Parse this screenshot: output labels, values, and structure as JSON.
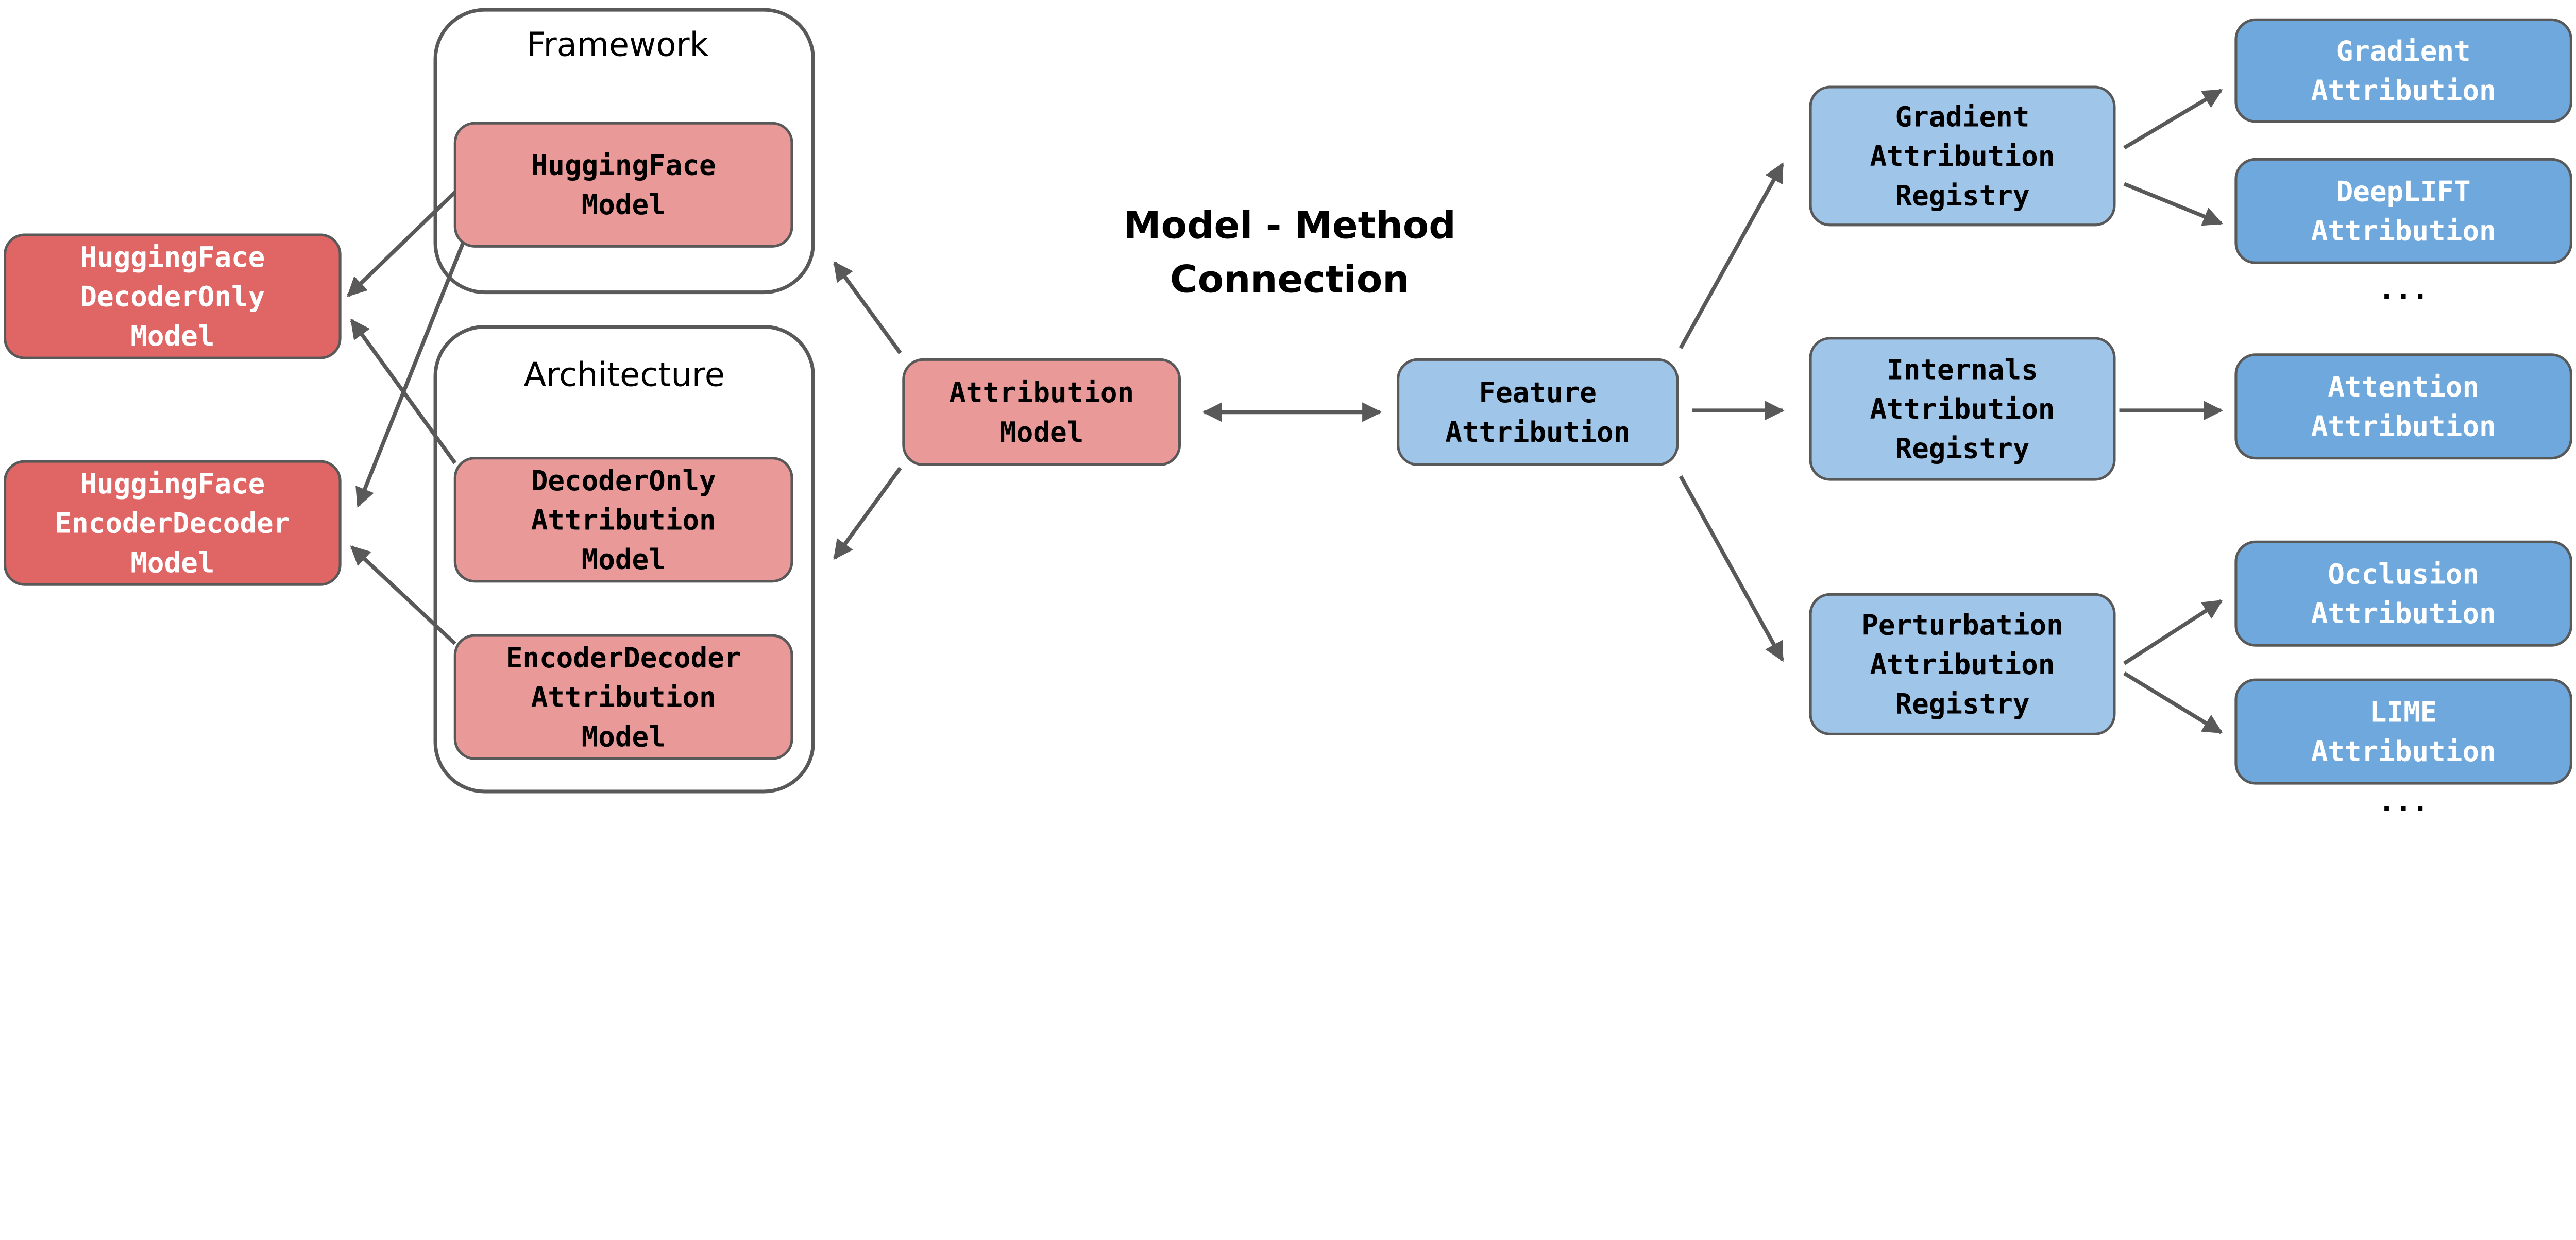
{
  "colors": {
    "hf_model_dark": "#e06666",
    "attribution_model_light": "#ea9999",
    "registry_light_blue": "#9fc5e8",
    "method_blue": "#6fa8dc",
    "stroke_gray": "#595959"
  },
  "title": [
    "Model - Method",
    "Connection"
  ],
  "containers": {
    "framework": "Framework",
    "architecture": "Architecture"
  },
  "hf_models": {
    "decoder_only": [
      "HuggingFace",
      "DecoderOnly",
      "Model"
    ],
    "encoder_decoder": [
      "HuggingFace",
      "EncoderDecoder",
      "Model"
    ]
  },
  "framework_model": [
    "HuggingFace",
    "Model"
  ],
  "architecture_models": {
    "decoder_only": [
      "DecoderOnly",
      "Attribution",
      "Model"
    ],
    "encoder_decoder": [
      "EncoderDecoder",
      "Attribution",
      "Model"
    ]
  },
  "attribution_model": [
    "Attribution",
    "Model"
  ],
  "feature_attribution": [
    "Feature",
    "Attribution"
  ],
  "registries": {
    "gradient": [
      "Gradient",
      "Attribution",
      "Registry"
    ],
    "internals": [
      "Internals",
      "Attribution",
      "Registry"
    ],
    "perturbation": [
      "Perturbation",
      "Attribution",
      "Registry"
    ]
  },
  "methods": {
    "gradient": [
      "Gradient",
      "Attribution"
    ],
    "deeplift": [
      "DeepLIFT",
      "Attribution"
    ],
    "attention": [
      "Attention",
      "Attribution"
    ],
    "occlusion": [
      "Occlusion",
      "Attribution"
    ],
    "lime": [
      "LIME",
      "Attribution"
    ]
  },
  "ellipsis": "..."
}
